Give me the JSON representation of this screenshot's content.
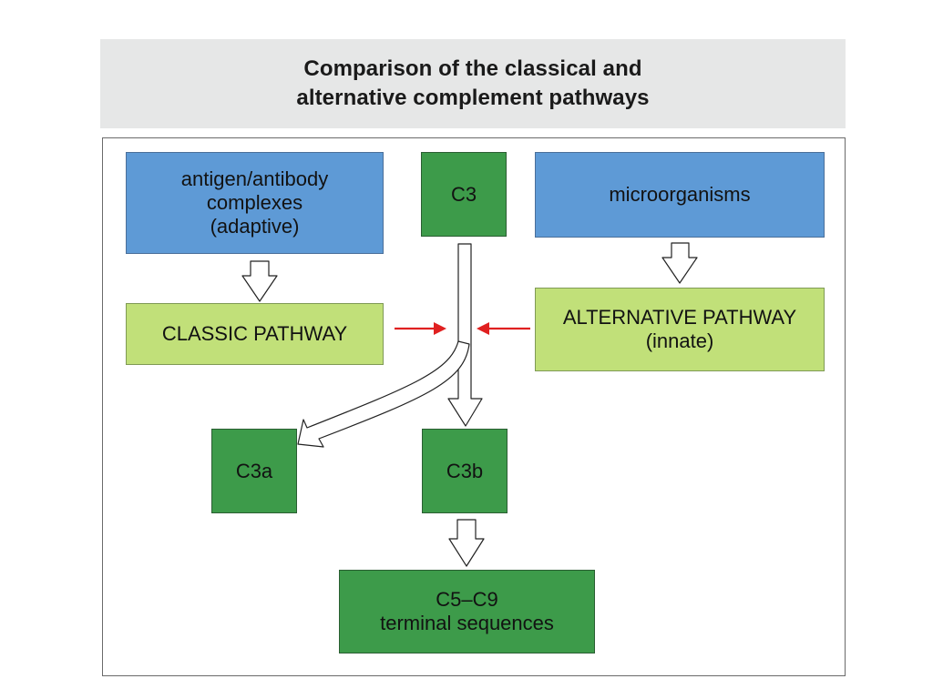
{
  "title": {
    "line1": "Comparison of the classical and",
    "line2": "alternative complement pathways"
  },
  "boxes": {
    "antigen": [
      "antigen/antibody",
      "complexes",
      "(adaptive)"
    ],
    "c3": "C3",
    "microorganisms": "microorganisms",
    "classic": "CLASSIC PATHWAY",
    "alternative": [
      "ALTERNATIVE PATHWAY",
      "(innate)"
    ],
    "c3a": "C3a",
    "c3b": "C3b",
    "terminal": [
      "C5–C9",
      "terminal sequences"
    ]
  },
  "colors": {
    "trigger_box": "#5e9ad6",
    "pathway_box": "#c1e079",
    "component_box": "#3d9b4a",
    "activation_arrow": "#e02020"
  }
}
